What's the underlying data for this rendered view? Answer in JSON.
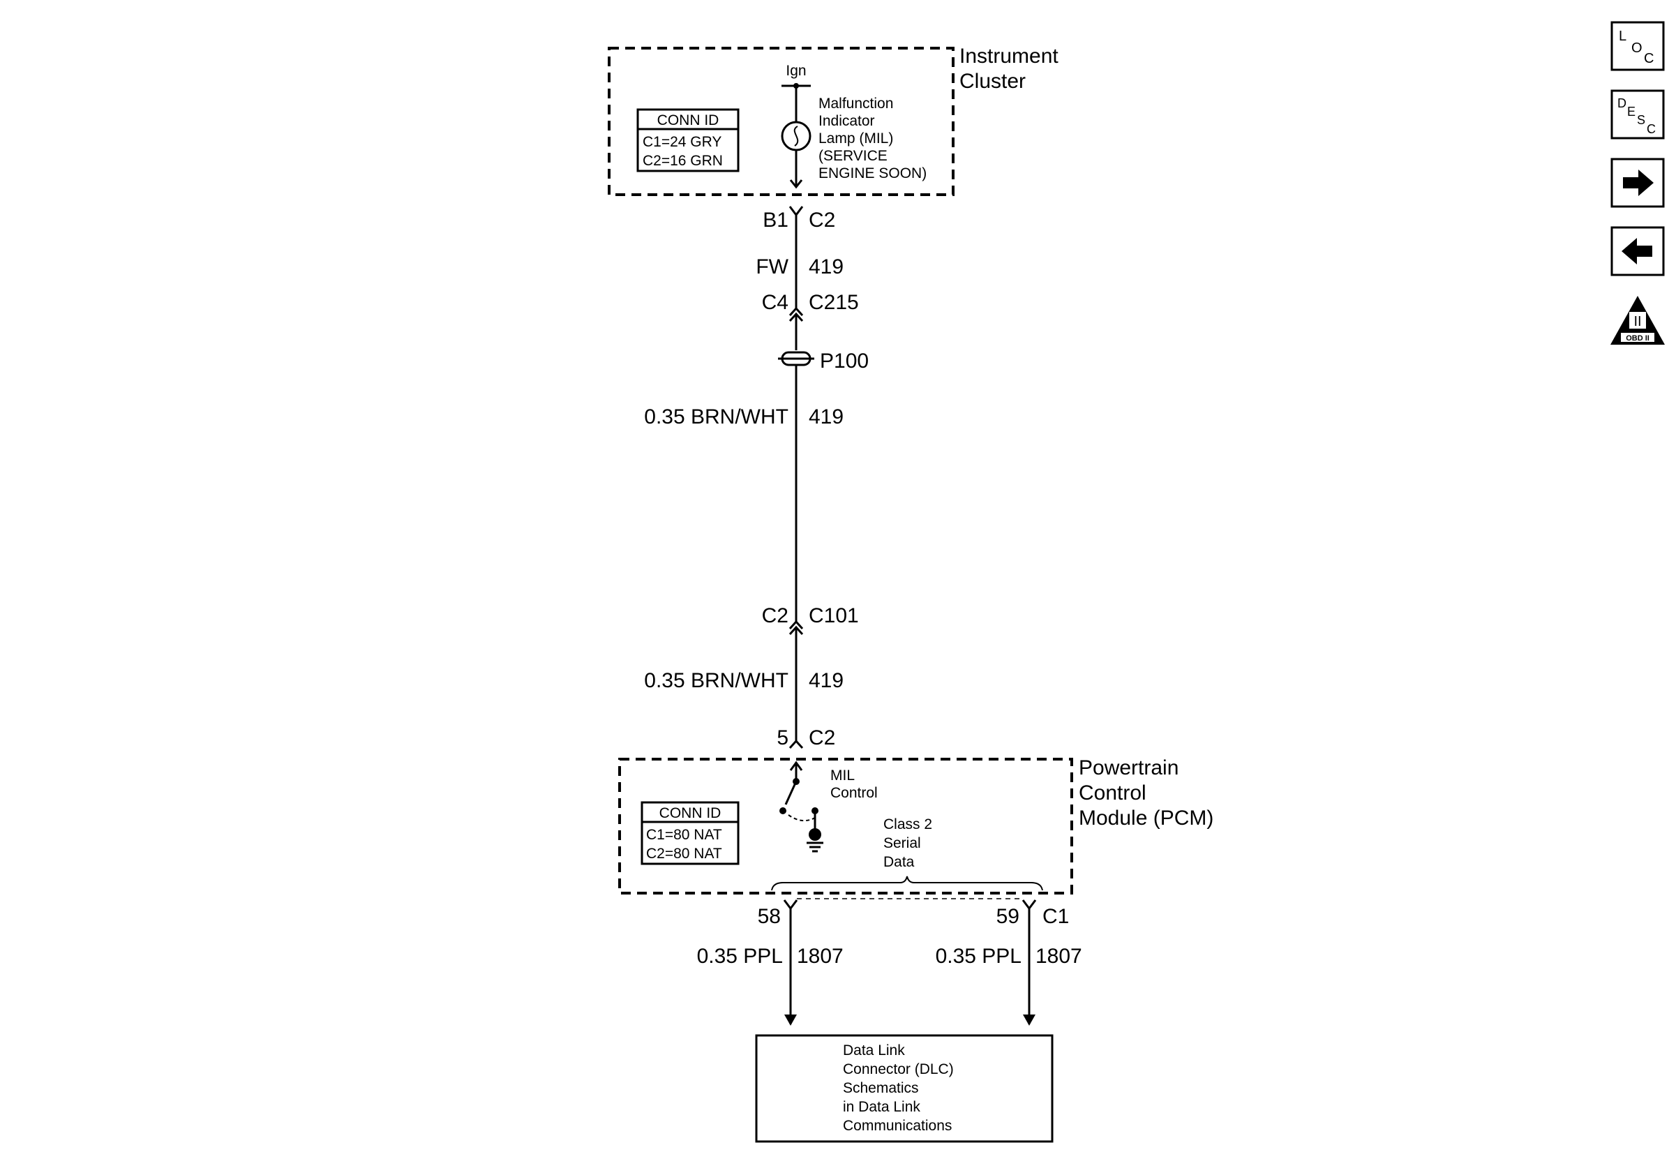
{
  "instrument_cluster": {
    "title_line1": "Instrument",
    "title_line2": "Cluster",
    "ign": "Ign",
    "conn_id_header": "CONN ID",
    "conn_c1": "C1=24 GRY",
    "conn_c2": "C2=16 GRN",
    "mil_lines": [
      "Malfunction",
      "Indicator",
      "Lamp (MIL)",
      "(SERVICE",
      "ENGINE SOON)"
    ]
  },
  "wire_top": {
    "terminal": "B1",
    "connector": "C2",
    "wire_color": "FW",
    "circuit": "419",
    "c215_pin": "C4",
    "c215": "C215",
    "splice": "P100",
    "wire_spec": "0.35 BRN/WHT",
    "wire_circuit": "419"
  },
  "wire_mid": {
    "c101_pin": "C2",
    "c101": "C101",
    "wire_spec": "0.35 BRN/WHT",
    "wire_circuit": "419",
    "pcm_pin": "5",
    "pcm_connector": "C2"
  },
  "pcm": {
    "title_line1": "Powertrain",
    "title_line2": "Control",
    "title_line3": "Module (PCM)",
    "mil_control_line1": "MIL",
    "mil_control_line2": "Control",
    "conn_id_header": "CONN ID",
    "conn_c1": "C1=80 NAT",
    "conn_c2": "C2=80 NAT",
    "serial_line1": "Class 2",
    "serial_line2": "Serial",
    "serial_line3": "Data"
  },
  "wire_bottom": {
    "pin_left": "58",
    "pin_right": "59",
    "connector": "C1",
    "left_spec": "0.35 PPL",
    "left_circuit": "1807",
    "right_spec": "0.35 PPL",
    "right_circuit": "1807"
  },
  "dlc": {
    "lines": [
      "Data Link",
      "Connector (DLC)",
      "Schematics",
      "in Data Link",
      "Communications"
    ]
  },
  "nav": {
    "loc": [
      "L",
      "O",
      "C"
    ],
    "desc": [
      "D",
      "E",
      "S",
      "C"
    ],
    "forward_icon": "arrow-right-icon",
    "back_icon": "arrow-left-icon",
    "obd_label": "OBD II",
    "obd_roman": "II"
  }
}
